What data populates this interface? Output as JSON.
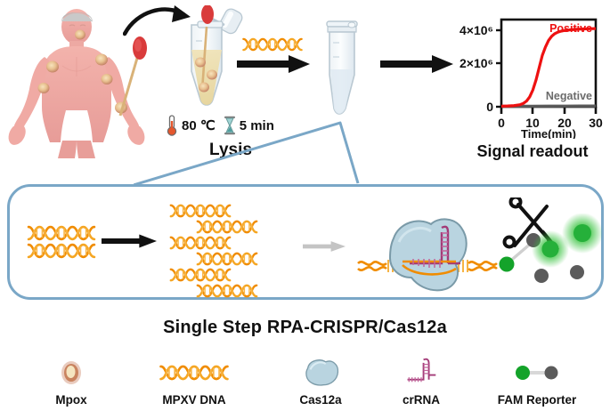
{
  "workflow": {
    "lysis": {
      "temperature": "80 ℃",
      "time": "5 min",
      "label": "Lysis",
      "thermometer_icon": "thermometer-icon",
      "hourglass_icon": "hourglass-icon",
      "swab_icon": "swab-icon",
      "sample_tube_icon": "sample-tube-icon",
      "reaction_tube_icon": "reaction-tube-icon",
      "patient_icon": "mpox-patient-icon",
      "dna_icon": "dna-helix-icon"
    },
    "readout": {
      "label": "Signal readout"
    },
    "panel": {
      "title": "Single Step RPA-CRISPR/Cas12a",
      "border_color": "#7aa7c7",
      "amplification_arrow": "black-arrow-icon",
      "detection_arrow": "grey-arrow-icon",
      "cas12a_icon": "cas12a-complex-icon",
      "scissors_icon": "scissors-icon"
    }
  },
  "chart_data": {
    "type": "line",
    "title": "",
    "xlabel": "Time(min)",
    "ylabel": "",
    "xlim": [
      0,
      30
    ],
    "ylim": [
      0,
      4600000
    ],
    "xticks": [
      0,
      10,
      20,
      30
    ],
    "xtick_labels": [
      "0",
      "10",
      "20",
      "30"
    ],
    "yticks": [
      0,
      2000000,
      4000000
    ],
    "ytick_labels": [
      "0",
      "2×10⁶",
      "4×10⁶"
    ],
    "grid": false,
    "legend_position": "inside",
    "series": [
      {
        "name": "Positive",
        "color": "#ee1111",
        "x": [
          0,
          2,
          4,
          6,
          7,
          8,
          9,
          10,
          11,
          12,
          13,
          14,
          15,
          16,
          17,
          18,
          19,
          20,
          22,
          24,
          26,
          28,
          30
        ],
        "y": [
          30000,
          40000,
          60000,
          110000,
          180000,
          300000,
          520000,
          880000,
          1400000,
          2050000,
          2700000,
          3150000,
          3500000,
          3720000,
          3860000,
          3940000,
          3990000,
          4020000,
          4060000,
          4090000,
          4105000,
          4115000,
          4125000
        ]
      },
      {
        "name": "Negative",
        "color": "#5a5a5a",
        "x": [
          0,
          5,
          10,
          15,
          20,
          25,
          30
        ],
        "y": [
          25000,
          28000,
          32000,
          35000,
          38000,
          40000,
          42000
        ]
      }
    ]
  },
  "legend": {
    "items": [
      {
        "name": "Mpox",
        "icon": "mpox-lesion-icon",
        "color": "#c98f7a"
      },
      {
        "name": "MPXV DNA",
        "icon": "dna-helix-icon",
        "color": "#f29100"
      },
      {
        "name": "Cas12a",
        "icon": "cas12a-protein-icon",
        "color": "#b6d2de"
      },
      {
        "name": "crRNA",
        "icon": "crrna-hairpin-icon",
        "color": "#b0427f"
      },
      {
        "name": "FAM Reporter",
        "icon": "fam-reporter-icon",
        "color": "#22a02c"
      }
    ]
  }
}
